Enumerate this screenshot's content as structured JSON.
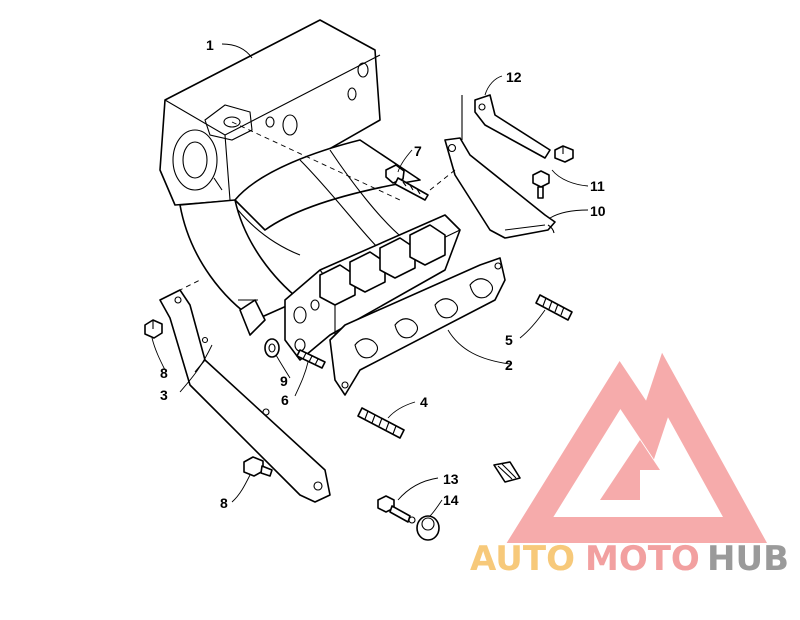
{
  "callouts": [
    {
      "id": "c1",
      "label": "1"
    },
    {
      "id": "c2",
      "label": "2"
    },
    {
      "id": "c3",
      "label": "3"
    },
    {
      "id": "c4",
      "label": "4"
    },
    {
      "id": "c5",
      "label": "5"
    },
    {
      "id": "c6",
      "label": "6"
    },
    {
      "id": "c7",
      "label": "7"
    },
    {
      "id": "c8a",
      "label": "8"
    },
    {
      "id": "c8b",
      "label": "8"
    },
    {
      "id": "c9",
      "label": "9"
    },
    {
      "id": "c10",
      "label": "10"
    },
    {
      "id": "c11",
      "label": "11"
    },
    {
      "id": "c12",
      "label": "12"
    },
    {
      "id": "c13",
      "label": "13"
    },
    {
      "id": "c14",
      "label": "14"
    }
  ],
  "watermark": {
    "part1": "AUTO",
    "part2": "MOTO",
    "part3": "HUB",
    "color1": "#f7c97a",
    "color2": "#f2a0a0",
    "color3": "#9a9a9a"
  }
}
